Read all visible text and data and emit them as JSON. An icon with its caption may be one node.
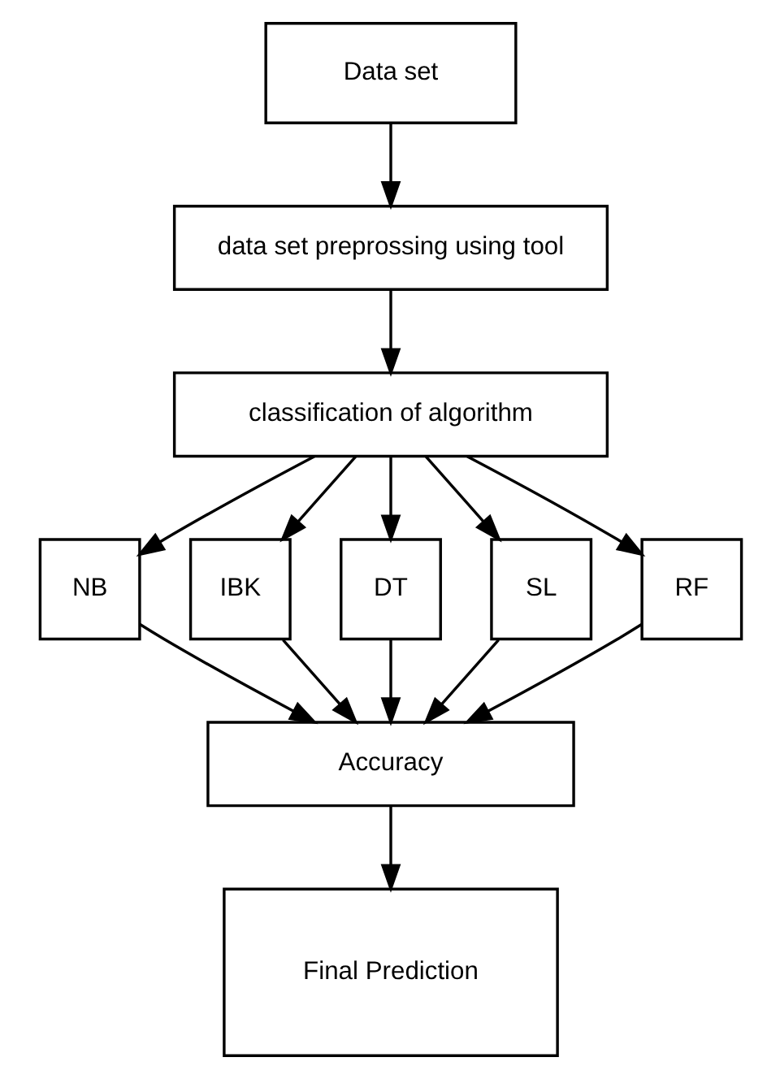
{
  "diagram": {
    "nodes": [
      {
        "text": [
          "Data set"
        ]
      },
      {
        "text": [
          "data set preprossing using tool"
        ]
      },
      {
        "text": [
          "classification of algorithm"
        ]
      },
      {
        "text": [
          "NB"
        ]
      },
      {
        "text": [
          "IBK"
        ]
      },
      {
        "text": [
          "DT"
        ]
      },
      {
        "text": [
          "SL"
        ]
      },
      {
        "text": [
          "RF"
        ]
      },
      {
        "text": [
          "Accuracy"
        ]
      },
      {
        "text": [
          "Final Prediction"
        ]
      }
    ],
    "edges": [
      {
        "from": 0,
        "to": 1,
        "arrow": "to"
      },
      {
        "from": 1,
        "to": 2,
        "arrow": "to"
      },
      {
        "from": 2,
        "to": 3,
        "arrow": "to"
      },
      {
        "from": 2,
        "to": 4,
        "arrow": "to"
      },
      {
        "from": 2,
        "to": 5,
        "arrow": "to"
      },
      {
        "from": 2,
        "to": 6,
        "arrow": "to"
      },
      {
        "from": 2,
        "to": 7,
        "arrow": "to"
      },
      {
        "from": 3,
        "to": 8,
        "arrow": "to"
      },
      {
        "from": 4,
        "to": 8,
        "arrow": "to"
      },
      {
        "from": 5,
        "to": 8,
        "arrow": "to"
      },
      {
        "from": 6,
        "to": 8,
        "arrow": "to"
      },
      {
        "from": 7,
        "to": 8,
        "arrow": "to"
      },
      {
        "from": 8,
        "to": 9,
        "arrow": "to"
      }
    ]
  }
}
